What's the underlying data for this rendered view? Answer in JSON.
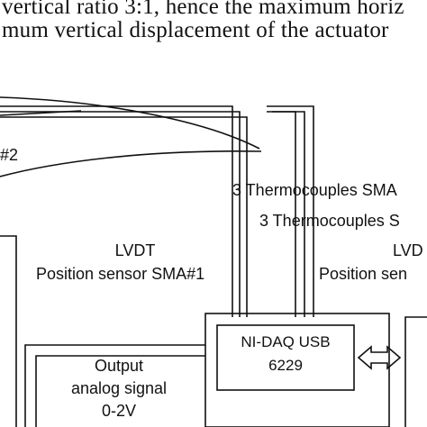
{
  "paper_text": {
    "line1": "vertical ratio 3:1, hence the maximum horiz",
    "line2": "mum vertical displacement of the actuator"
  },
  "diagram": {
    "sma2_label": "#2",
    "thermocouples_1": "3 Thermocouples SMA",
    "thermocouples_2": "3 Thermocouples S",
    "lvdt_left_line1": "LVDT",
    "lvdt_left_line2": "Position sensor SMA#1",
    "lvdt_right_line1": "LVD",
    "lvdt_right_line2": "Position sen",
    "daq_line1": "NI-DAQ USB",
    "daq_line2": "6229",
    "output_line1": "Output",
    "output_line2": "analog signal",
    "output_line3": "0-2V"
  }
}
